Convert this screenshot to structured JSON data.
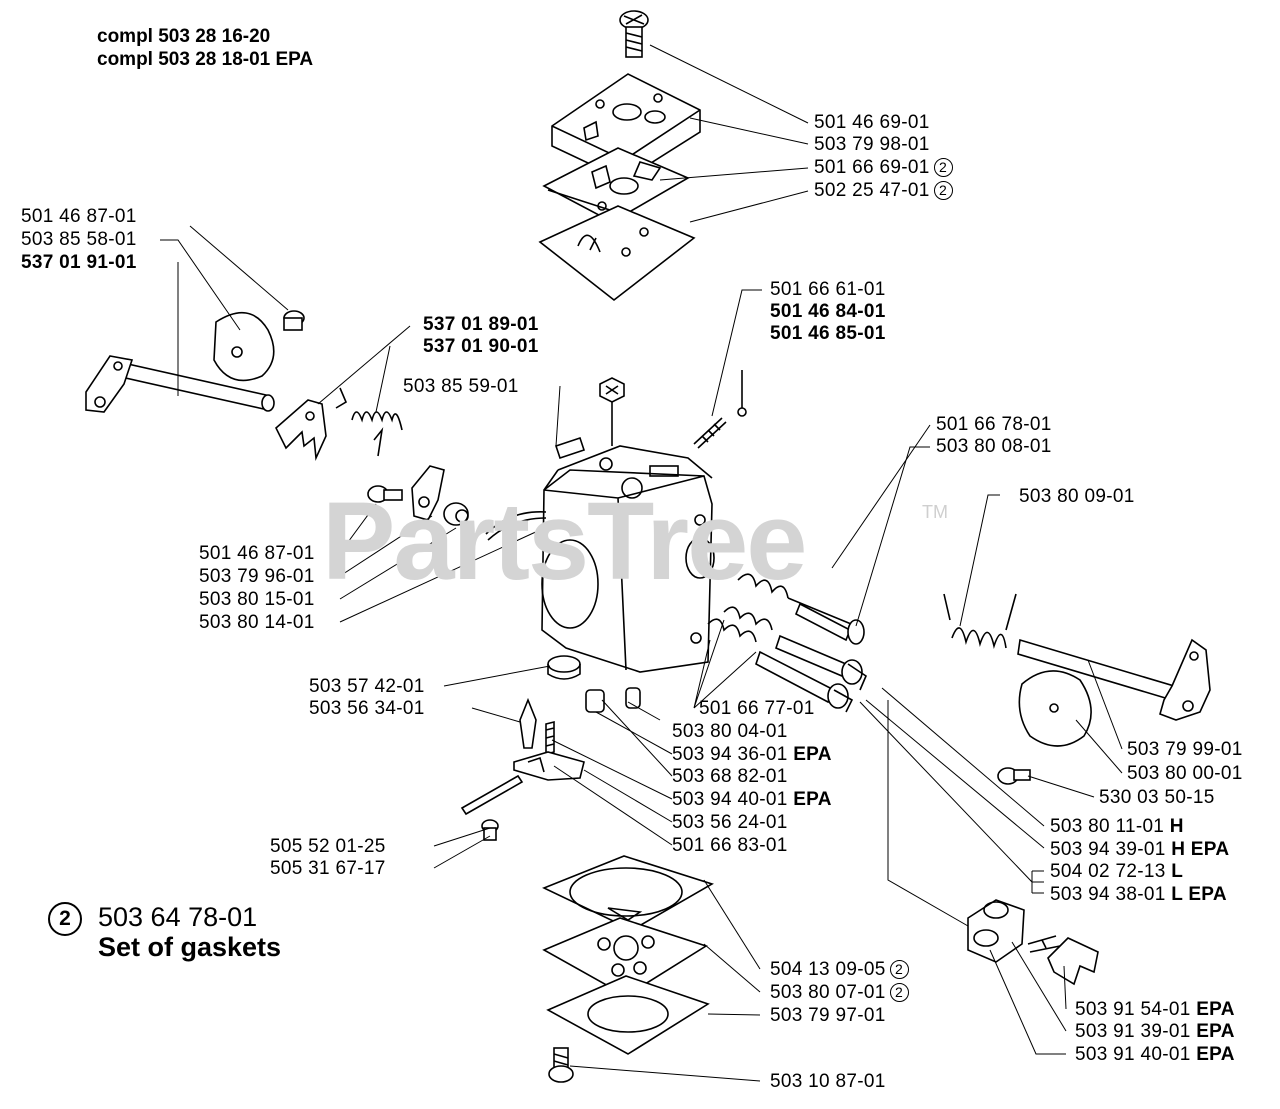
{
  "header": {
    "line1": "compl 503 28 16-20",
    "line2": "compl 503 28 18-01 EPA"
  },
  "watermark": {
    "brand": "PartsTree",
    "tm": "TM"
  },
  "gasket_set": {
    "circle_number": "2",
    "part_number": "503 64 78-01",
    "description": "Set of gaskets"
  },
  "parts": [
    {
      "pn": "501 46 69-01",
      "note": "",
      "qty": ""
    },
    {
      "pn": "503 79 98-01",
      "note": "",
      "qty": ""
    },
    {
      "pn": "501 66 69-01",
      "note": "",
      "qty": "2"
    },
    {
      "pn": "502 25 47-01",
      "note": "",
      "qty": "2"
    },
    {
      "pn": "501 46 87-01",
      "note": "",
      "qty": ""
    },
    {
      "pn": "503 85 58-01",
      "note": "",
      "qty": ""
    },
    {
      "pn": "537 01 91-01",
      "note": "",
      "qty": ""
    },
    {
      "pn": "537 01 89-01",
      "note": "",
      "qty": ""
    },
    {
      "pn": "537 01 90-01",
      "note": "",
      "qty": ""
    },
    {
      "pn": "501 66 61-01",
      "note": "",
      "qty": ""
    },
    {
      "pn": "501 46 84-01",
      "note": "",
      "qty": ""
    },
    {
      "pn": "501 46 85-01",
      "note": "",
      "qty": ""
    },
    {
      "pn": "503 85 59-01",
      "note": "",
      "qty": ""
    },
    {
      "pn": "501 66 78-01",
      "note": "",
      "qty": ""
    },
    {
      "pn": "503 80 08-01",
      "note": "",
      "qty": ""
    },
    {
      "pn": "503 80 09-01",
      "note": "",
      "qty": ""
    },
    {
      "pn": "501 46 87-01",
      "note": "",
      "qty": ""
    },
    {
      "pn": "503 79 96-01",
      "note": "",
      "qty": ""
    },
    {
      "pn": "503 80 15-01",
      "note": "",
      "qty": ""
    },
    {
      "pn": "503 80 14-01",
      "note": "",
      "qty": ""
    },
    {
      "pn": "503 57 42-01",
      "note": "",
      "qty": ""
    },
    {
      "pn": "503 56 34-01",
      "note": "",
      "qty": ""
    },
    {
      "pn": "501 66 77-01",
      "note": "",
      "qty": ""
    },
    {
      "pn": "503 80 04-01",
      "note": "",
      "qty": ""
    },
    {
      "pn": "503 94 36-01",
      "note": "EPA",
      "qty": ""
    },
    {
      "pn": "503 68 82-01",
      "note": "",
      "qty": ""
    },
    {
      "pn": "503 94 40-01",
      "note": "EPA",
      "qty": ""
    },
    {
      "pn": "503 56 24-01",
      "note": "",
      "qty": ""
    },
    {
      "pn": "501 66 83-01",
      "note": "",
      "qty": ""
    },
    {
      "pn": "503 79 99-01",
      "note": "",
      "qty": ""
    },
    {
      "pn": "503 80 00-01",
      "note": "",
      "qty": ""
    },
    {
      "pn": "530 03 50-15",
      "note": "",
      "qty": ""
    },
    {
      "pn": "503 80 11-01",
      "note": "H",
      "qty": ""
    },
    {
      "pn": "503 94 39-01",
      "note": "H EPA",
      "qty": ""
    },
    {
      "pn": "504 02 72-13",
      "note": "L",
      "qty": ""
    },
    {
      "pn": "503 94 38-01",
      "note": "L EPA",
      "qty": ""
    },
    {
      "pn": "505 52 01-25",
      "note": "",
      "qty": ""
    },
    {
      "pn": "505 31 67-17",
      "note": "",
      "qty": ""
    },
    {
      "pn": "504 13 09-05",
      "note": "",
      "qty": "2"
    },
    {
      "pn": "503 80 07-01",
      "note": "",
      "qty": "2"
    },
    {
      "pn": "503 79 97-01",
      "note": "",
      "qty": ""
    },
    {
      "pn": "503 91 54-01",
      "note": "EPA",
      "qty": ""
    },
    {
      "pn": "503 91 39-01",
      "note": "EPA",
      "qty": ""
    },
    {
      "pn": "503 91 40-01",
      "note": "EPA",
      "qty": ""
    },
    {
      "pn": "503 10 87-01",
      "note": "",
      "qty": ""
    }
  ]
}
